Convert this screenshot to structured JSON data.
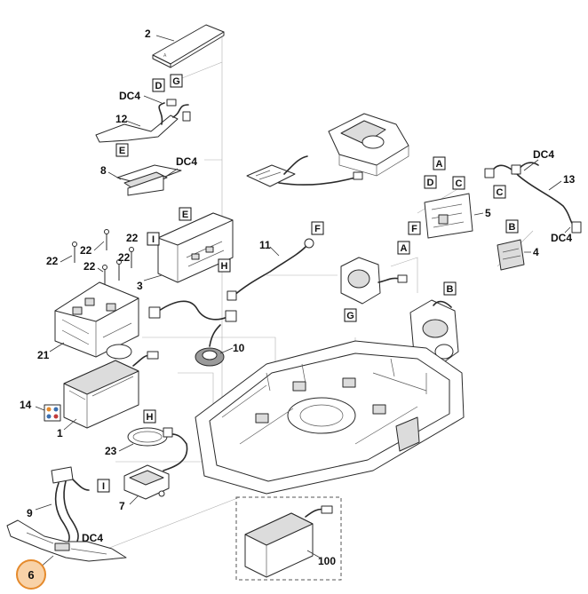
{
  "callouts": {
    "c1": "1",
    "c2": "2",
    "c3": "3",
    "c4": "4",
    "c5": "5",
    "c6": "6",
    "c7": "7",
    "c8": "8",
    "c9": "9",
    "c10": "10",
    "c11": "11",
    "c12": "12",
    "c13": "13",
    "c14": "14",
    "c21": "21",
    "c22a": "22",
    "c22b": "22",
    "c22c": "22",
    "c22d": "22",
    "c22e": "22",
    "c23": "23",
    "c100": "100",
    "dc4_12": "DC4",
    "dc4_8": "DC4",
    "dc4_13a": "DC4",
    "dc4_13b": "DC4",
    "dc4_9": "DC4"
  },
  "connectors": {
    "d_top": "D",
    "g_top": "G",
    "e_12": "E",
    "e_3": "E",
    "i_3": "I",
    "h_3": "H",
    "f_11": "F",
    "a_5": "A",
    "d_5": "D",
    "c_5": "C",
    "f_5": "F",
    "a_g": "A",
    "b_4": "B",
    "c_13": "C",
    "b_motor": "B",
    "g_mid": "G",
    "h_7": "H",
    "i_9": "I"
  },
  "highlight": {
    "selected_part": "6"
  },
  "colors": {
    "highlight_fill": "#f8d2a8",
    "highlight_stroke": "#e58a2c"
  }
}
